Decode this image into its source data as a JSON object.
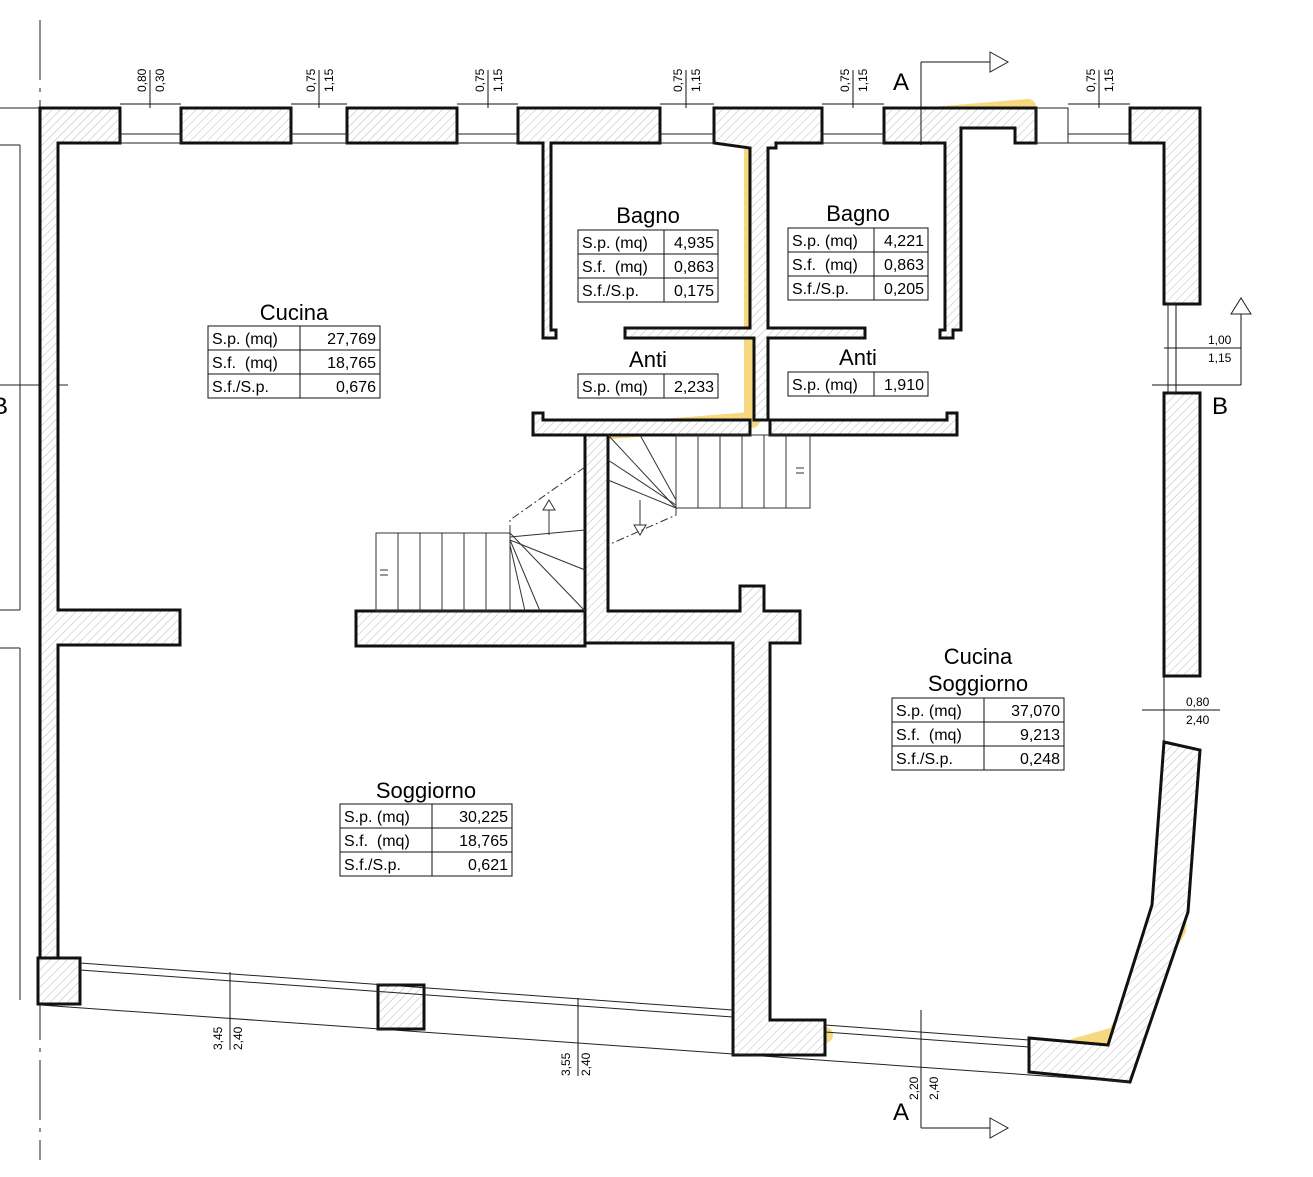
{
  "rooms": {
    "cucina_left": {
      "name_lines": [
        "Cucina"
      ],
      "rows": [
        [
          "S.p. (mq)",
          "27,769"
        ],
        [
          "S.f.  (mq)",
          "18,765"
        ],
        [
          "S.f./S.p.",
          "0,676"
        ]
      ]
    },
    "soggiorno": {
      "name_lines": [
        "Soggiorno"
      ],
      "rows": [
        [
          "S.p. (mq)",
          "30,225"
        ],
        [
          "S.f.  (mq)",
          "18,765"
        ],
        [
          "S.f./S.p.",
          "0,621"
        ]
      ]
    },
    "bagno_left": {
      "name_lines": [
        "Bagno"
      ],
      "rows": [
        [
          "S.p. (mq)",
          "4,935"
        ],
        [
          "S.f.  (mq)",
          "0,863"
        ],
        [
          "S.f./S.p.",
          "0,175"
        ]
      ]
    },
    "bagno_right": {
      "name_lines": [
        "Bagno"
      ],
      "rows": [
        [
          "S.p. (mq)",
          "4,221"
        ],
        [
          "S.f.  (mq)",
          "0,863"
        ],
        [
          "S.f./S.p.",
          "0,205"
        ]
      ]
    },
    "anti_left": {
      "name_lines": [
        "Anti"
      ],
      "rows": [
        [
          "S.p. (mq)",
          "2,233"
        ]
      ]
    },
    "anti_right": {
      "name_lines": [
        "Anti"
      ],
      "rows": [
        [
          "S.p. (mq)",
          "1,910"
        ]
      ]
    },
    "cucina_soggiorno": {
      "name_lines": [
        "Cucina",
        "Soggiorno"
      ],
      "rows": [
        [
          "S.p. (mq)",
          "37,070"
        ],
        [
          "S.f.  (mq)",
          "9,213"
        ],
        [
          "S.f./S.p.",
          "0,248"
        ]
      ]
    }
  },
  "section_marks": {
    "a_top": "A",
    "a_bottom": "A",
    "b_right": "B",
    "b_left": "B"
  },
  "window_dims": {
    "top_1": [
      "0,80",
      "0,30"
    ],
    "top_2": [
      "0,75",
      "1,15"
    ],
    "top_3": [
      "0,75",
      "1,15"
    ],
    "top_4": [
      "0,75",
      "1,15"
    ],
    "top_5": [
      "0,75",
      "1,15"
    ],
    "top_6": [
      "0,75",
      "1,15"
    ],
    "right_1": [
      "1,00",
      "1,15"
    ],
    "right_2": [
      "0,80",
      "2,40"
    ],
    "bottom_1": [
      "3,45",
      "2,40"
    ],
    "bottom_2": [
      "3,55",
      "2,40"
    ],
    "bottom_3": [
      "2,20",
      "2,40"
    ]
  },
  "colors": {
    "highlight": "#f2c94c",
    "wall_outline": "#111111",
    "hatch": "#bbbbbb"
  }
}
